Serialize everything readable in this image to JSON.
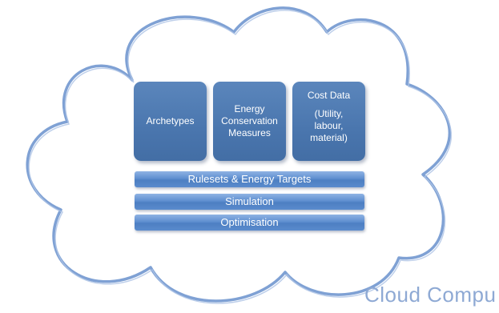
{
  "boxes": {
    "archetypes": "Archetypes",
    "ecm_line1": "Energy",
    "ecm_line2": "Conservation",
    "ecm_line3": "Measures",
    "cost_title": "Cost Data",
    "cost_line1": "(Utility,",
    "cost_line2": "labour,",
    "cost_line3": "material)"
  },
  "bars": {
    "rulesets": "Rulesets & Energy Targets",
    "simulation": "Simulation",
    "optimisation": "Optimisation"
  },
  "cloud_label": "Cloud Compu",
  "colors": {
    "box_fill": "#4a76ae",
    "bar_fill": "#5f8fd0",
    "cloud_stroke": "#7fa1d4",
    "label_text": "#8ea9d4"
  }
}
